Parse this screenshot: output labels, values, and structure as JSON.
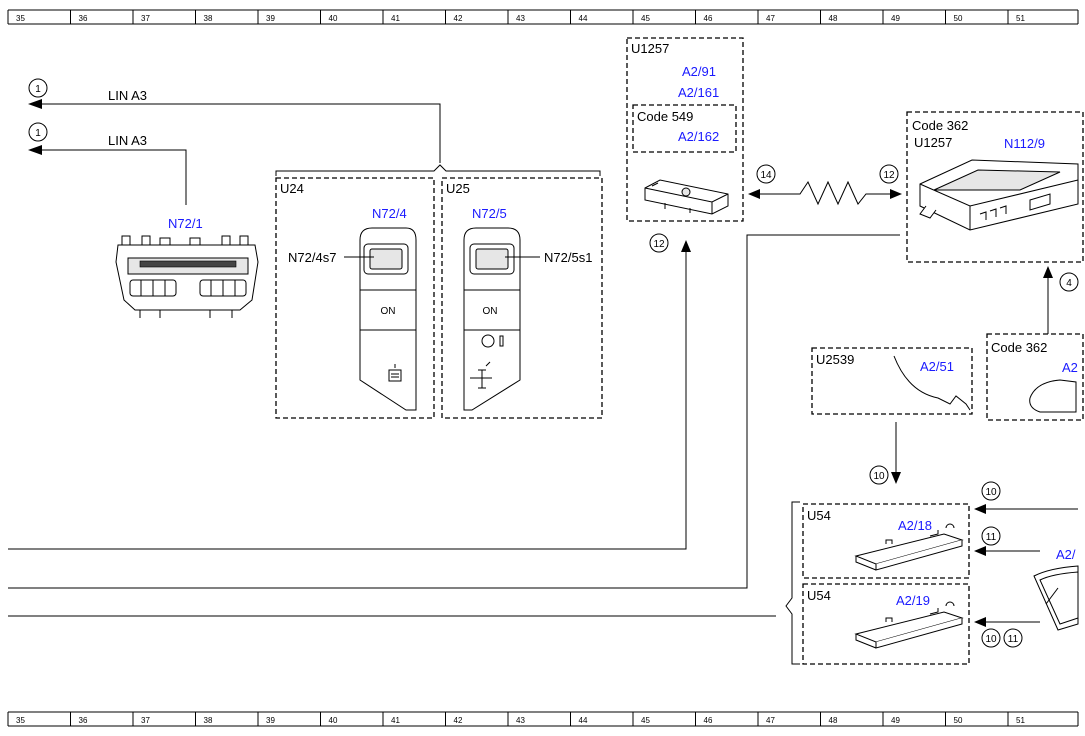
{
  "ruler": {
    "columns": [
      "35",
      "36",
      "37",
      "38",
      "39",
      "40",
      "41",
      "42",
      "43",
      "44",
      "45",
      "46",
      "47",
      "48",
      "49",
      "50",
      "51"
    ]
  },
  "colors": {
    "ref_label": "#1a1aff",
    "line": "#000000"
  },
  "bus_lines": [
    {
      "label": "LIN A3",
      "marker": "1"
    },
    {
      "label": "LIN A3",
      "marker": "1"
    }
  ],
  "components": {
    "n72_1": {
      "ref": "N72/1"
    },
    "u24": {
      "code": "U24",
      "ref": "N72/4",
      "switch_ref": "N72/4s7",
      "button": "ON"
    },
    "u25": {
      "code": "U25",
      "ref": "N72/5",
      "switch_ref": "N72/5s1",
      "button": "ON"
    },
    "u1257_box": {
      "code": "U1257",
      "refs": [
        "A2/91",
        "A2/161"
      ],
      "inner_code": "Code 549",
      "inner_ref": "A2/162",
      "marker": "12"
    },
    "n112_9_box": {
      "code": "Code 362",
      "code2": "U1257",
      "ref": "N112/9"
    },
    "u2539": {
      "code": "U2539",
      "ref": "A2/51"
    },
    "code362_mirror": {
      "code": "Code 362",
      "ref": "A2"
    },
    "u54_top": {
      "code": "U54",
      "ref": "A2/18"
    },
    "u54_bottom": {
      "code": "U54",
      "ref": "A2/19"
    },
    "windshield": {
      "ref": "A2/"
    }
  },
  "markers": {
    "m14": "14",
    "m12_right": "12",
    "m4": "4",
    "m10_mid": "10",
    "m10_right": "10",
    "m11_right": "11",
    "m10_bottom": "10",
    "m11_bottom": "11"
  }
}
